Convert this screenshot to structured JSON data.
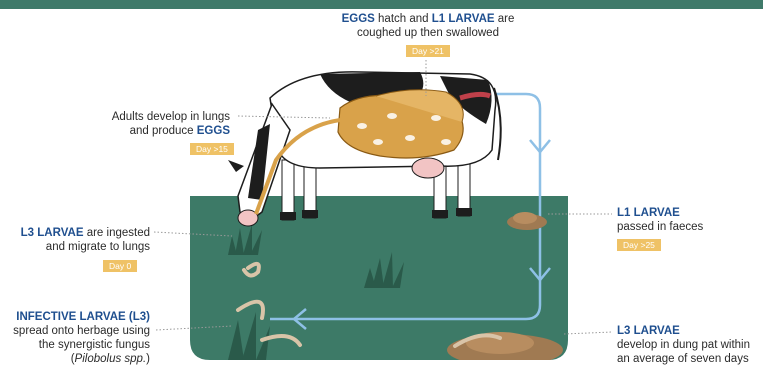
{
  "steps": {
    "eggs_hatch": {
      "bold1": "EGGS",
      "text1": " hatch and ",
      "bold2": "L1 LARVAE",
      "text2": " are",
      "line2": "coughed up then swallowed",
      "day": "Day >21"
    },
    "adults_lungs": {
      "line1": "Adults develop in lungs",
      "line2_text": "and produce ",
      "line2_bold": "EGGS",
      "day": "Day >15"
    },
    "l3_ingested": {
      "bold": "L3 LARVAE",
      "text": " are ingested",
      "line2": "and migrate to lungs",
      "day": "Day 0"
    },
    "infective": {
      "bold": "INFECTIVE LARVAE (L3)",
      "line2": "spread onto herbage using",
      "line3": "the synergistic fungus",
      "line4_italic": "Pilobolus spp.",
      "line4_open": "(",
      "line4_close": ")"
    },
    "l1_faeces": {
      "bold": "L1 LARVAE",
      "line2": "passed in faeces",
      "day": "Day >25"
    },
    "l3_dung": {
      "bold": "L3 LARVAE",
      "line2": "develop in dung pat within",
      "line3": "an average of seven days"
    }
  },
  "colors": {
    "header_bar": "#3f7a6a",
    "pasture": "#3d7a67",
    "cycle_arrow": "#8ec0e6",
    "badge": "#efc266",
    "highlight_text": "#1f4f8f",
    "lungs": "#d9a24a"
  }
}
